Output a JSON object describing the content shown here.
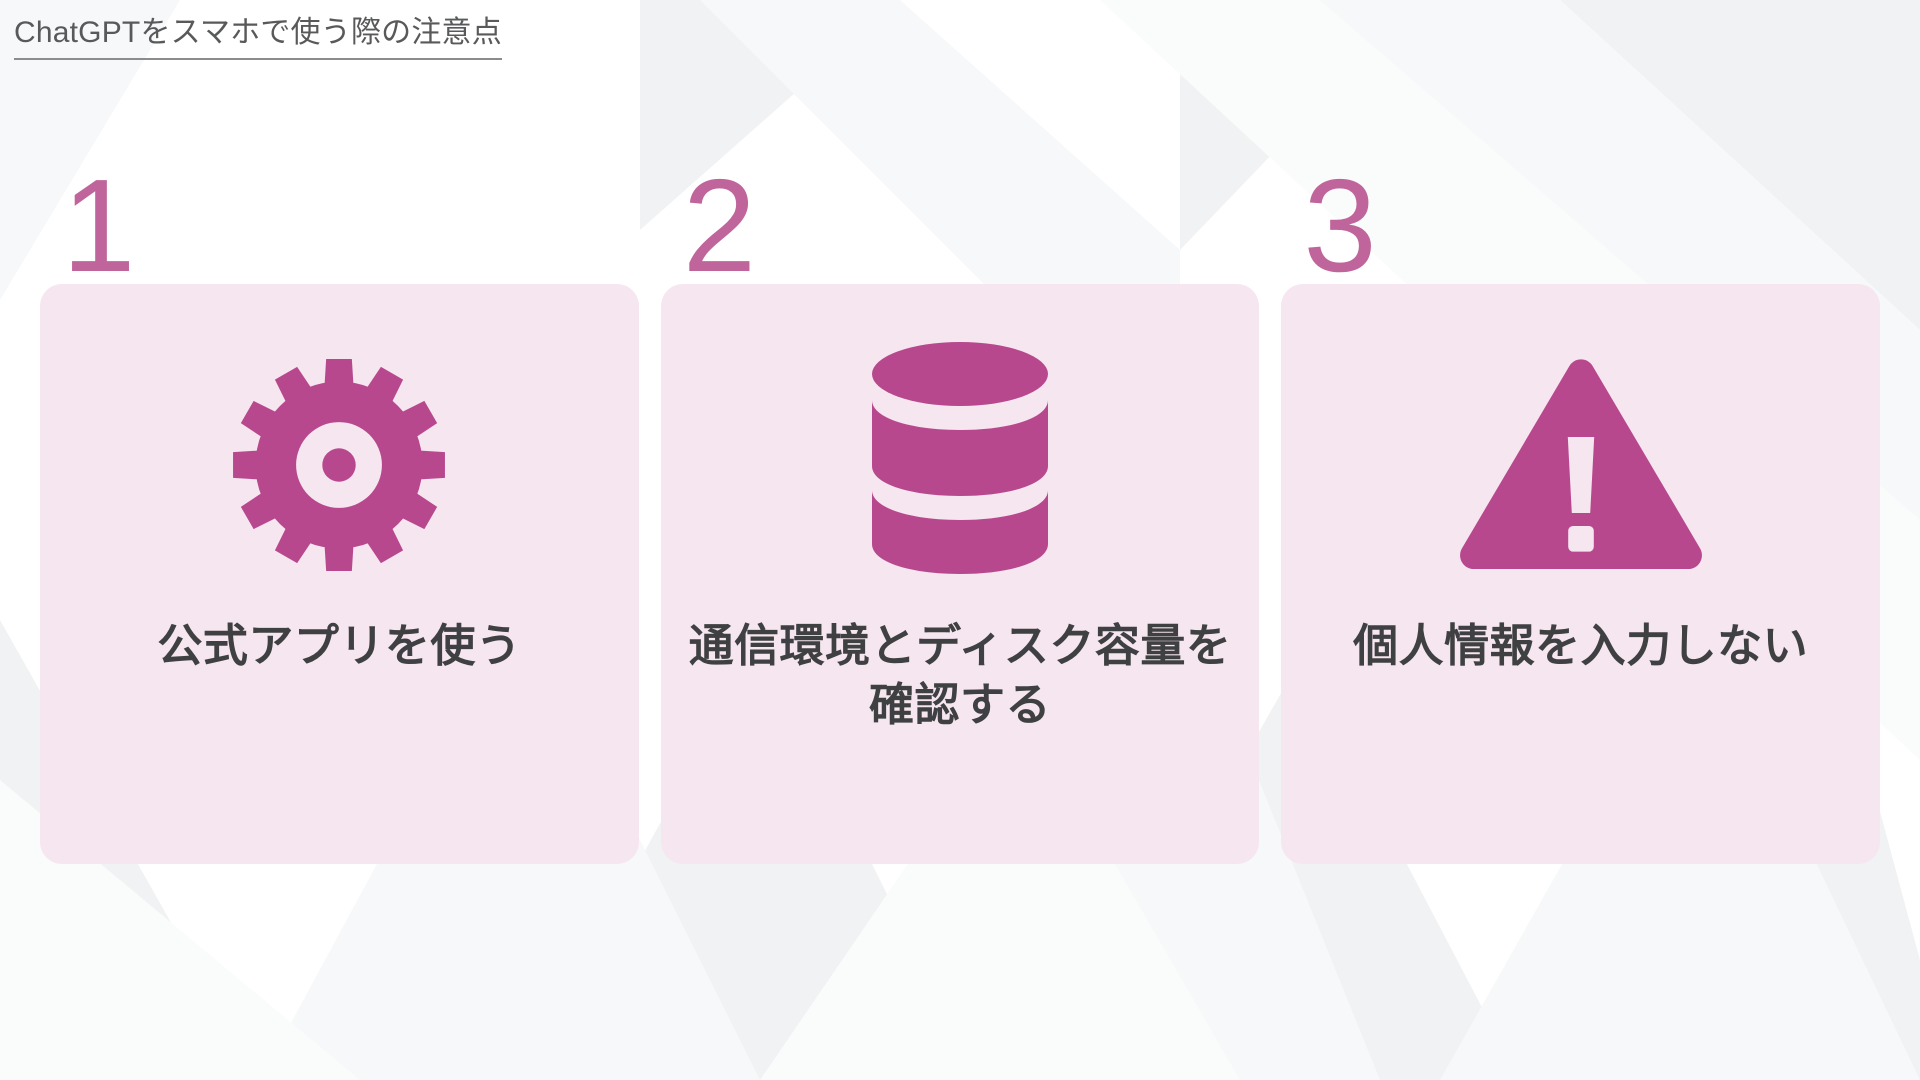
{
  "slide": {
    "title": "ChatGPTをスマホで使う際の注意点"
  },
  "colors": {
    "accent": "#b8488e",
    "number": "#c0659c",
    "card_bg": "#f6e6ef",
    "title_text": "#57595b",
    "label_text": "#3f4042",
    "page_bg": "#ffffff"
  },
  "cards": [
    {
      "number": "1",
      "icon": "gear-icon",
      "label": "公式アプリを使う"
    },
    {
      "number": "2",
      "icon": "database-icon",
      "label": "通信環境とディスク容量を確認する"
    },
    {
      "number": "3",
      "icon": "warning-triangle-icon",
      "label": "個人情報を入力しない"
    }
  ]
}
